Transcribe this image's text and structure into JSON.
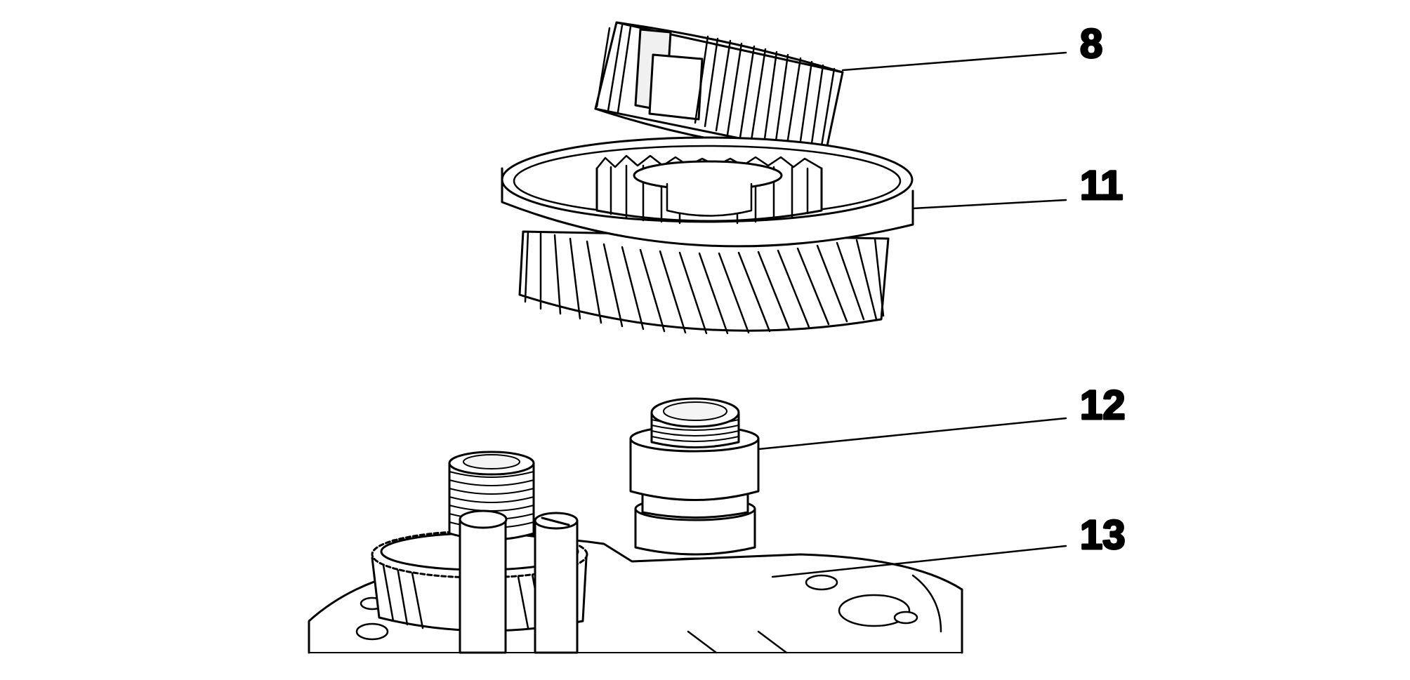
{
  "diagram": {
    "callouts": [
      {
        "id": "c8",
        "label": "8"
      },
      {
        "id": "c11",
        "label": "11"
      },
      {
        "id": "c12",
        "label": "12"
      },
      {
        "id": "c13",
        "label": "13"
      }
    ]
  },
  "colors": {
    "line": "#000000",
    "fill": "#ffffff",
    "shade": "#e9e9e9"
  }
}
